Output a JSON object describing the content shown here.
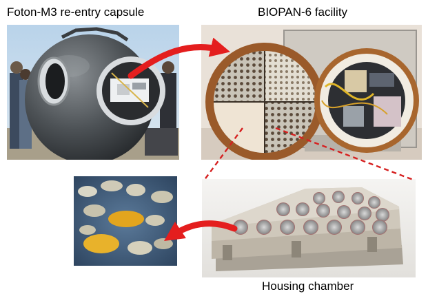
{
  "labels": {
    "capsule": "Foton-M3 re-entry capsule",
    "biopan": "BIOPAN-6 facility",
    "housing": "Housing chamber"
  },
  "colors": {
    "arrow": "#e41e1e",
    "dashed_line": "#d62020"
  }
}
